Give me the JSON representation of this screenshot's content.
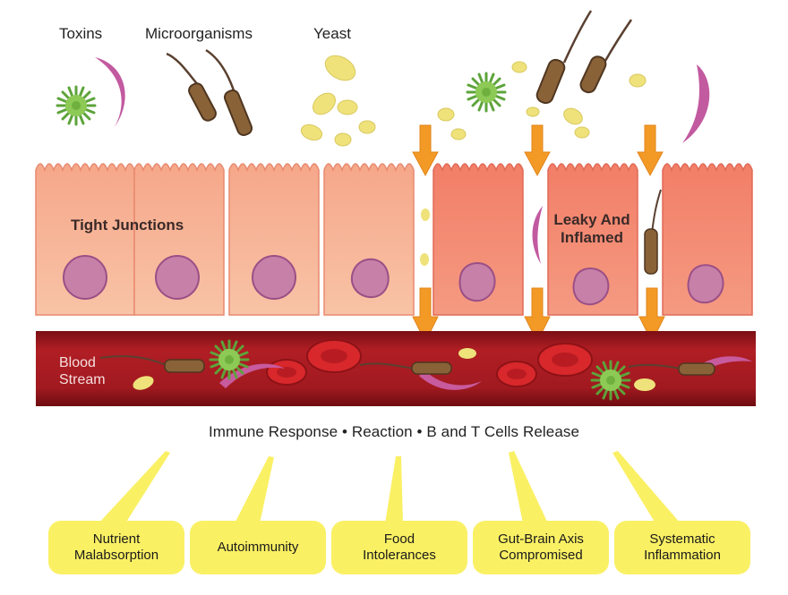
{
  "pathogens": {
    "toxins": "Toxins",
    "microorganisms": "Microorganisms",
    "yeast": "Yeast"
  },
  "cells": {
    "left_label": "Tight Junctions",
    "right_label_line1": "Leaky And",
    "right_label_line2": "Inflamed"
  },
  "blood": {
    "line1": "Blood",
    "line2": "Stream"
  },
  "response": "Immune Response • Reaction • B and T Cells Release",
  "effects": [
    {
      "line1": "Nutrient",
      "line2": "Malabsorption"
    },
    {
      "line1": "Autoimmunity",
      "line2": ""
    },
    {
      "line1": "Food",
      "line2": "Intolerances"
    },
    {
      "line1": "Gut-Brain Axis",
      "line2": "Compromised"
    },
    {
      "line1": "Systematic",
      "line2": "Inflammation"
    }
  ],
  "colors": {
    "cell_fill": "#f7b89c",
    "cell_fill_inflamed": "#f58c74",
    "nucleus": "#c780a8",
    "blood": "#a51a1f",
    "arrow": "#f39a26",
    "effect_box": "#faf064",
    "toxin": "#7cc04a",
    "microbe": "#8a6238",
    "yeast": "#f0e27a",
    "worm": "#c85a9e"
  }
}
